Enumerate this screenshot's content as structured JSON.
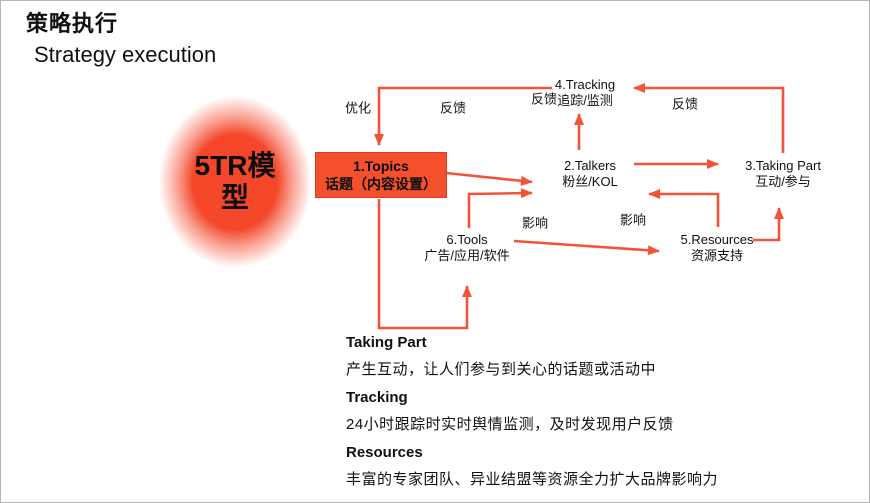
{
  "title": {
    "zh": "策略执行",
    "en": "Strategy execution"
  },
  "badge": {
    "label": "5TR模型"
  },
  "nodes": [
    {
      "id": "topics",
      "title": "1.Topics",
      "subtitle": "话题（内容设置）"
    },
    {
      "id": "talkers",
      "title": "2.Talkers",
      "subtitle": "粉丝/KOL"
    },
    {
      "id": "taking-part",
      "title": "3.Taking Part",
      "subtitle": "互动/参与"
    },
    {
      "id": "tracking",
      "title": "4.Tracking",
      "subtitle": "追踪/监测"
    },
    {
      "id": "resources",
      "title": "5.Resources",
      "subtitle": "资源支持"
    },
    {
      "id": "tools",
      "title": "6.Tools",
      "subtitle": "广告/应用/软件"
    }
  ],
  "edge_labels": [
    {
      "id": "optimize",
      "text": "优化"
    },
    {
      "id": "feedback-top",
      "text": "反馈"
    },
    {
      "id": "feedback-tracking",
      "text": "反馈"
    },
    {
      "id": "feedback-right",
      "text": "反馈"
    },
    {
      "id": "influence-tools",
      "text": "影响"
    },
    {
      "id": "influence-resources",
      "text": "影响"
    }
  ],
  "legend": {
    "items": [
      {
        "heading": "Taking Part",
        "desc": "产生互动，让人们参与到关心的话题或活动中"
      },
      {
        "heading": "Tracking",
        "desc": "24小时跟踪时实时舆情监测，及时发现用户反馈"
      },
      {
        "heading": "Resources",
        "desc": "丰富的专家团队、异业结盟等资源全力扩大品牌影响力"
      }
    ]
  },
  "colors": {
    "accent": "#f4502d",
    "line": "#f2543a",
    "badge": "#f4472a",
    "text": "#111111"
  }
}
